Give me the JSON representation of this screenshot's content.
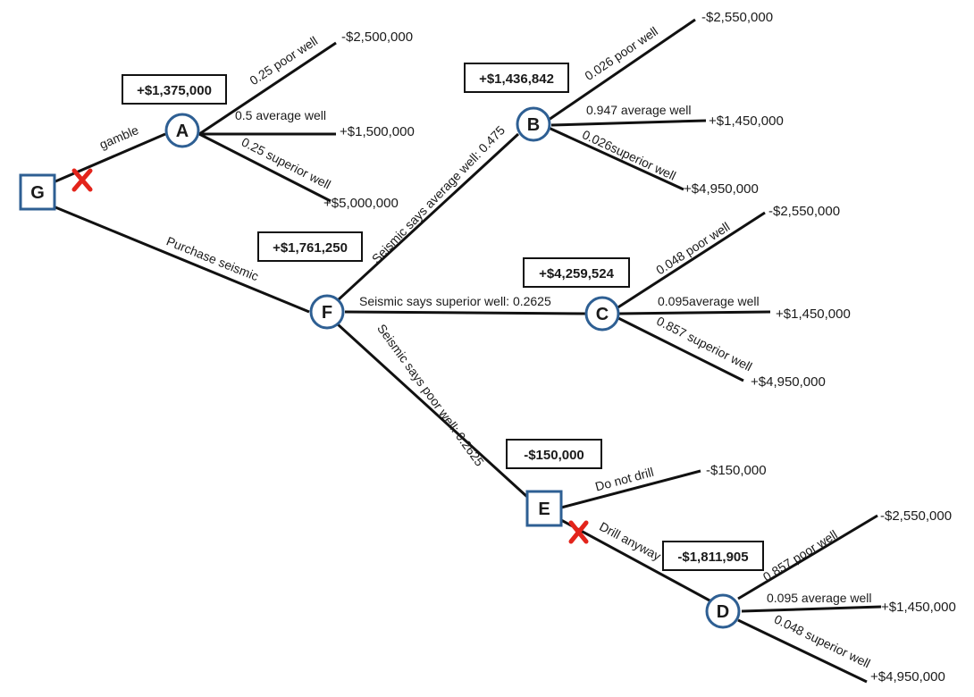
{
  "nodes": {
    "G": "G",
    "A": "A",
    "F": "F",
    "B": "B",
    "C": "C",
    "E": "E",
    "D": "D"
  },
  "expected_values": {
    "A": "+$1,375,000",
    "F": "+$1,761,250",
    "B": "+$1,436,842",
    "C": "+$4,259,524",
    "E": "-$150,000",
    "D": "-$1,811,905"
  },
  "branch_labels": {
    "gamble": "gamble",
    "purchase_seismic": "Purchase seismic",
    "a_poor": "0.25  poor well",
    "a_average": "0.5 average  well",
    "a_superior": "0.25 superior well",
    "f_average": "Seismic  says average well: 0.475",
    "f_superior": "Seismic  says superior well: 0.2625",
    "f_poor": "Seismic says poor well: 0.2625",
    "b_poor": "0.026 poor well",
    "b_average": "0.947 average well",
    "b_superior": "0.026superior well",
    "c_poor": "0.048  poor well",
    "c_average": "0.095average  well",
    "c_superior": "0.857 superior well",
    "e_no_drill": "Do not drill",
    "e_drill": "Drill anyway",
    "d_poor": "0.857  poor well",
    "d_average": "0.095 average well",
    "d_superior": "0.048 superior well"
  },
  "payoffs": {
    "a_poor": "-$2,500,000",
    "a_average": "+$1,500,000",
    "a_superior": "+$5,000,000",
    "b_poor": "-$2,550,000",
    "b_average": "+$1,450,000",
    "b_superior": "+$4,950,000",
    "c_poor": "-$2,550,000",
    "c_average": "+$1,450,000",
    "c_superior": "+$4,950,000",
    "e_no_drill": "-$150,000",
    "d_poor": "-$2,550,000",
    "d_average": "+$1,450,000",
    "d_superior": "+$4,950,000"
  },
  "colors": {
    "node_outline": "#2e5f93",
    "rejected_marker": "#e3241b"
  }
}
